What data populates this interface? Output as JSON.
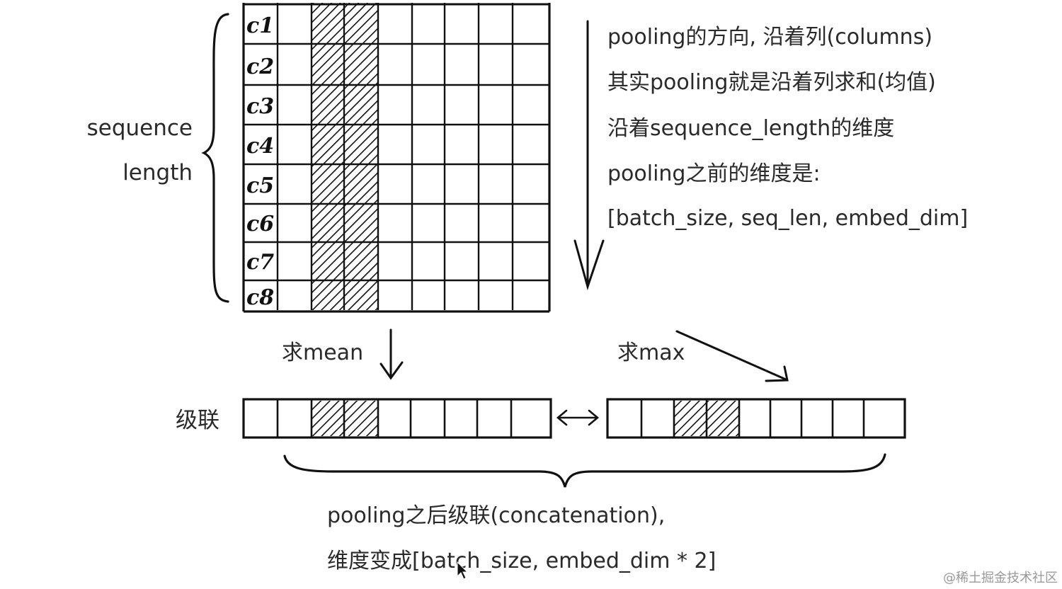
{
  "labels": {
    "sequence_line1": "sequence",
    "sequence_line2": "length",
    "concat_label": "级联",
    "mean_label": "求mean",
    "max_label": "求max",
    "watermark": "@稀土掘金技术社区"
  },
  "notes_right": [
    "pooling的方向, 沿着列(columns)",
    "其实pooling就是沿着列求和(均值)",
    "沿着sequence_length的维度",
    "pooling之前的维度是:",
    "[batch_size, seq_len, embed_dim]"
  ],
  "notes_bottom": [
    "pooling之后级联(concatenation),",
    "维度变成[batch_size, embed_dim * 2]"
  ],
  "row_labels": [
    "c1",
    "c2",
    "c3",
    "c4",
    "c5",
    "c6",
    "c7",
    "c8"
  ],
  "colors": {
    "ink": "#111111",
    "text": "#2a2a2a",
    "watermark": "#9a9a9a",
    "background": "#ffffff"
  }
}
